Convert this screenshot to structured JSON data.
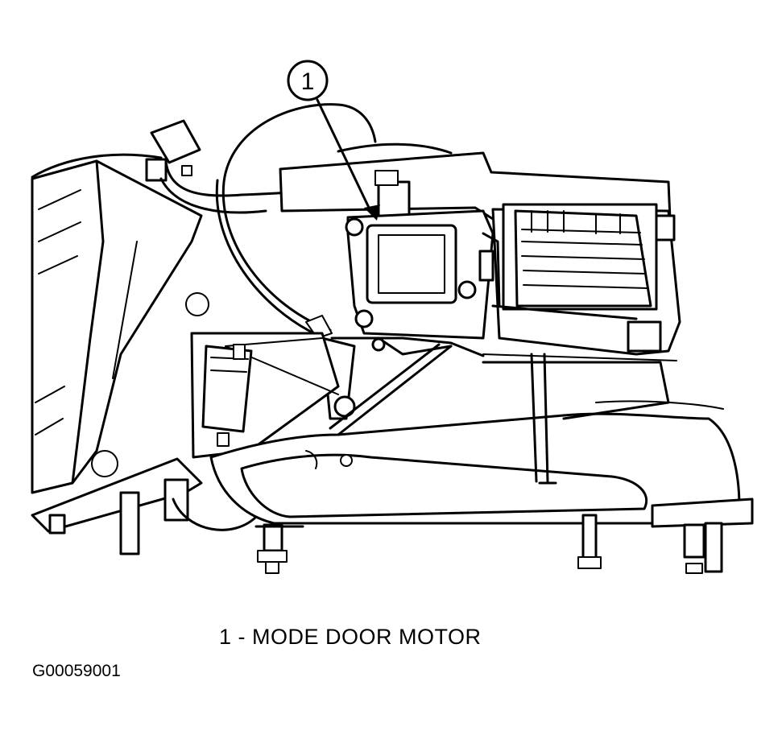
{
  "diagram": {
    "callout_number": "1",
    "caption": "1 - MODE DOOR MOTOR",
    "figure_id": "G00059001",
    "line_color": "#000000",
    "background_color": "#ffffff"
  }
}
